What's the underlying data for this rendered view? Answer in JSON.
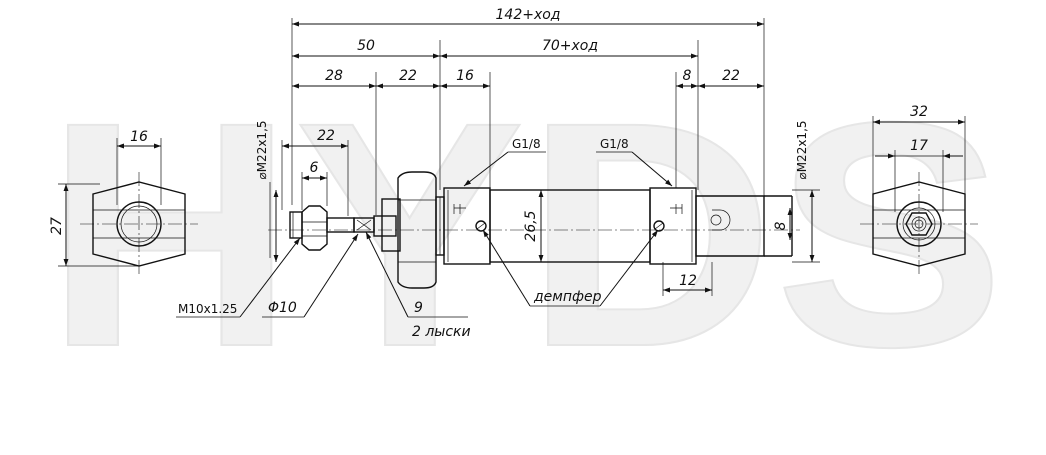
{
  "watermark": "HYDS",
  "dimensions": {
    "overall": "142+ход",
    "d50": "50",
    "d70": "70+ход",
    "d28": "28",
    "d22a": "22",
    "d16a": "16",
    "d8a": "8",
    "d22b": "22",
    "d16_left": "16",
    "d27": "27",
    "d22_thread": "22",
    "d6": "6",
    "d26_5": "26,5",
    "d12": "12",
    "d8_slot": "8",
    "d32": "32",
    "d17": "17",
    "d9": "9"
  },
  "labels": {
    "thread_left": "⌀M22x1,5",
    "thread_right": "⌀M22x1,5",
    "port_left": "G1/8",
    "port_right": "G1/8",
    "rod_thread": "M10x1.25",
    "rod_diameter": "Φ10",
    "flats": "2 лыски",
    "damper": "демпфер"
  },
  "colors": {
    "line": "#111111",
    "watermark": "#f1f1f1"
  }
}
